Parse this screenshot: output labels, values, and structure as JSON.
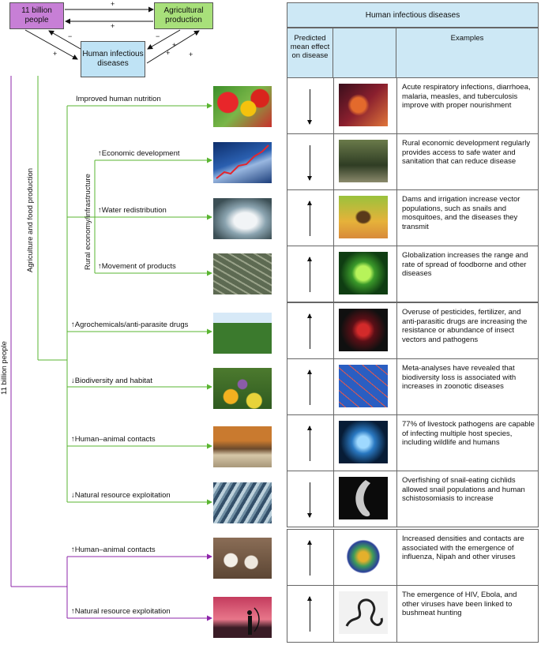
{
  "top_diagram": {
    "people": "11 billion people",
    "agri": "Agricultural production",
    "hid": "Human infectious diseases",
    "signs": [
      "+",
      "+",
      "+",
      "−",
      "−",
      "+",
      "+",
      "+"
    ]
  },
  "left": {
    "vertical_people": "11 billion people",
    "vertical_agri": "Agriculture and food production",
    "vertical_rural": "Rural economy/infrastructure",
    "branches": [
      "Improved human nutrition",
      "↑Economic development",
      "↑Water redistribution",
      "↑Movement of products",
      "↑Agrochemicals/anti-parasite drugs",
      "↓Biodiversity and habitat",
      "↑Human–animal contacts",
      "↓Natural resource exploitation",
      "↑Human–animal contacts",
      "↑Natural resource exploitation"
    ]
  },
  "table": {
    "title": "Human infectious diseases",
    "col1": "Predicted mean effect on disease",
    "col3": "Examples",
    "rows": [
      {
        "effect": "down",
        "example": "Acute respiratory infections, diarrhoea, malaria, measles, and tuberculosis improve with proper nourishment"
      },
      {
        "effect": "down",
        "example": "Rural economic development regularly provides access to safe water and sanitation that can reduce disease"
      },
      {
        "effect": "up",
        "example": "Dams and irrigation increase vector populations, such as snails and mosquitoes, and the diseases they transmit"
      },
      {
        "effect": "up",
        "example": "Globalization increases the range and rate of spread of foodborne and other diseases"
      },
      {
        "effect": "up",
        "example": "Overuse of pesticides, fertilizer, and anti-parasitic drugs are increasing the resistance or abundance of insect vectors and pathogens"
      },
      {
        "effect": "up",
        "example": "Meta-analyses have revealed that biodiversity loss is associated with increases in zoonotic diseases"
      },
      {
        "effect": "up",
        "example": "77% of livestock pathogens are capable of infecting multiple host species, including wildlife and humans"
      },
      {
        "effect": "down",
        "example": "Overfishing of snail-eating cichlids allowed snail populations and human schistosomiasis to increase"
      },
      {
        "effect": "up",
        "example": "Increased densities and contacts are associated with the emergence of influenza, Nipah and other viruses"
      },
      {
        "effect": "up",
        "example": "The emergence of HIV, Ebola, and other viruses have been linked to bushmeat hunting"
      }
    ]
  },
  "colors": {
    "green": "#5ab531",
    "purple": "#8e24aa",
    "header_blue": "#cde8f5"
  }
}
